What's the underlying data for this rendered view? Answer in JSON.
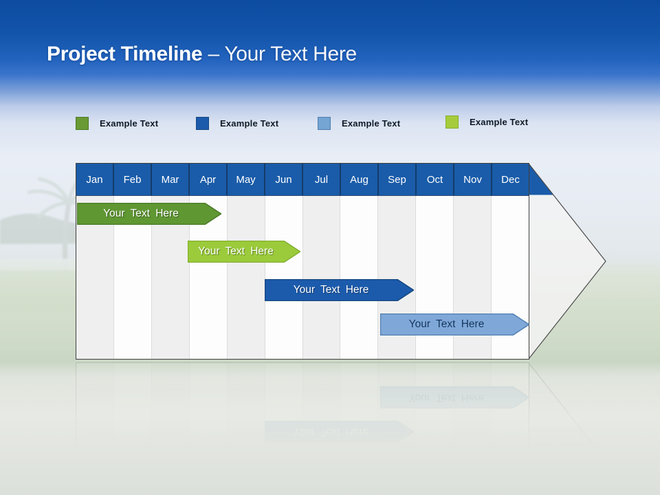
{
  "slide": {
    "title": {
      "bold": "Project Timeline",
      "rest": "– Your Text Here"
    }
  },
  "legend": {
    "items": [
      {
        "label": "Example Text",
        "color": "#6A9A34",
        "border": "#4A7A26"
      },
      {
        "label": "Example Text",
        "color": "#1C5BAC",
        "border": "#15477F"
      },
      {
        "label": "Example Text",
        "color": "#74A5D3",
        "border": "#527EB0"
      },
      {
        "label": "Example Text",
        "color": "#A6CC3C",
        "border": "#83AF2F"
      }
    ]
  },
  "timeline": {
    "header_color": "#1A5CA9",
    "months": [
      "Jan",
      "Feb",
      "Mar",
      "Apr",
      "May",
      "Jun",
      "Jul",
      "Aug",
      "Sep",
      "Oct",
      "Nov",
      "Dec"
    ],
    "tasks": [
      {
        "label": "Your Text Here",
        "start": "Jan",
        "end": "mid Apr",
        "fill": "#5F9733",
        "stroke": "#4A7A26",
        "text_color": "#FFFFFF"
      },
      {
        "label": "Your Text Here",
        "start": "Apr",
        "end": "mid Jun",
        "fill": "#9BCB3B",
        "stroke": "#83AF2F",
        "text_color": "#FFFFFF"
      },
      {
        "label": "Your Text Here",
        "start": "Jun",
        "end": "early Oct",
        "fill": "#1C5BAC",
        "stroke": "#15477F",
        "text_color": "#FFFFFF"
      },
      {
        "label": "Your Text Here",
        "start": "Sep",
        "end": "Dec",
        "fill": "#7FA8D9",
        "stroke": "#527EB0",
        "text_color": "#17375D"
      }
    ]
  }
}
